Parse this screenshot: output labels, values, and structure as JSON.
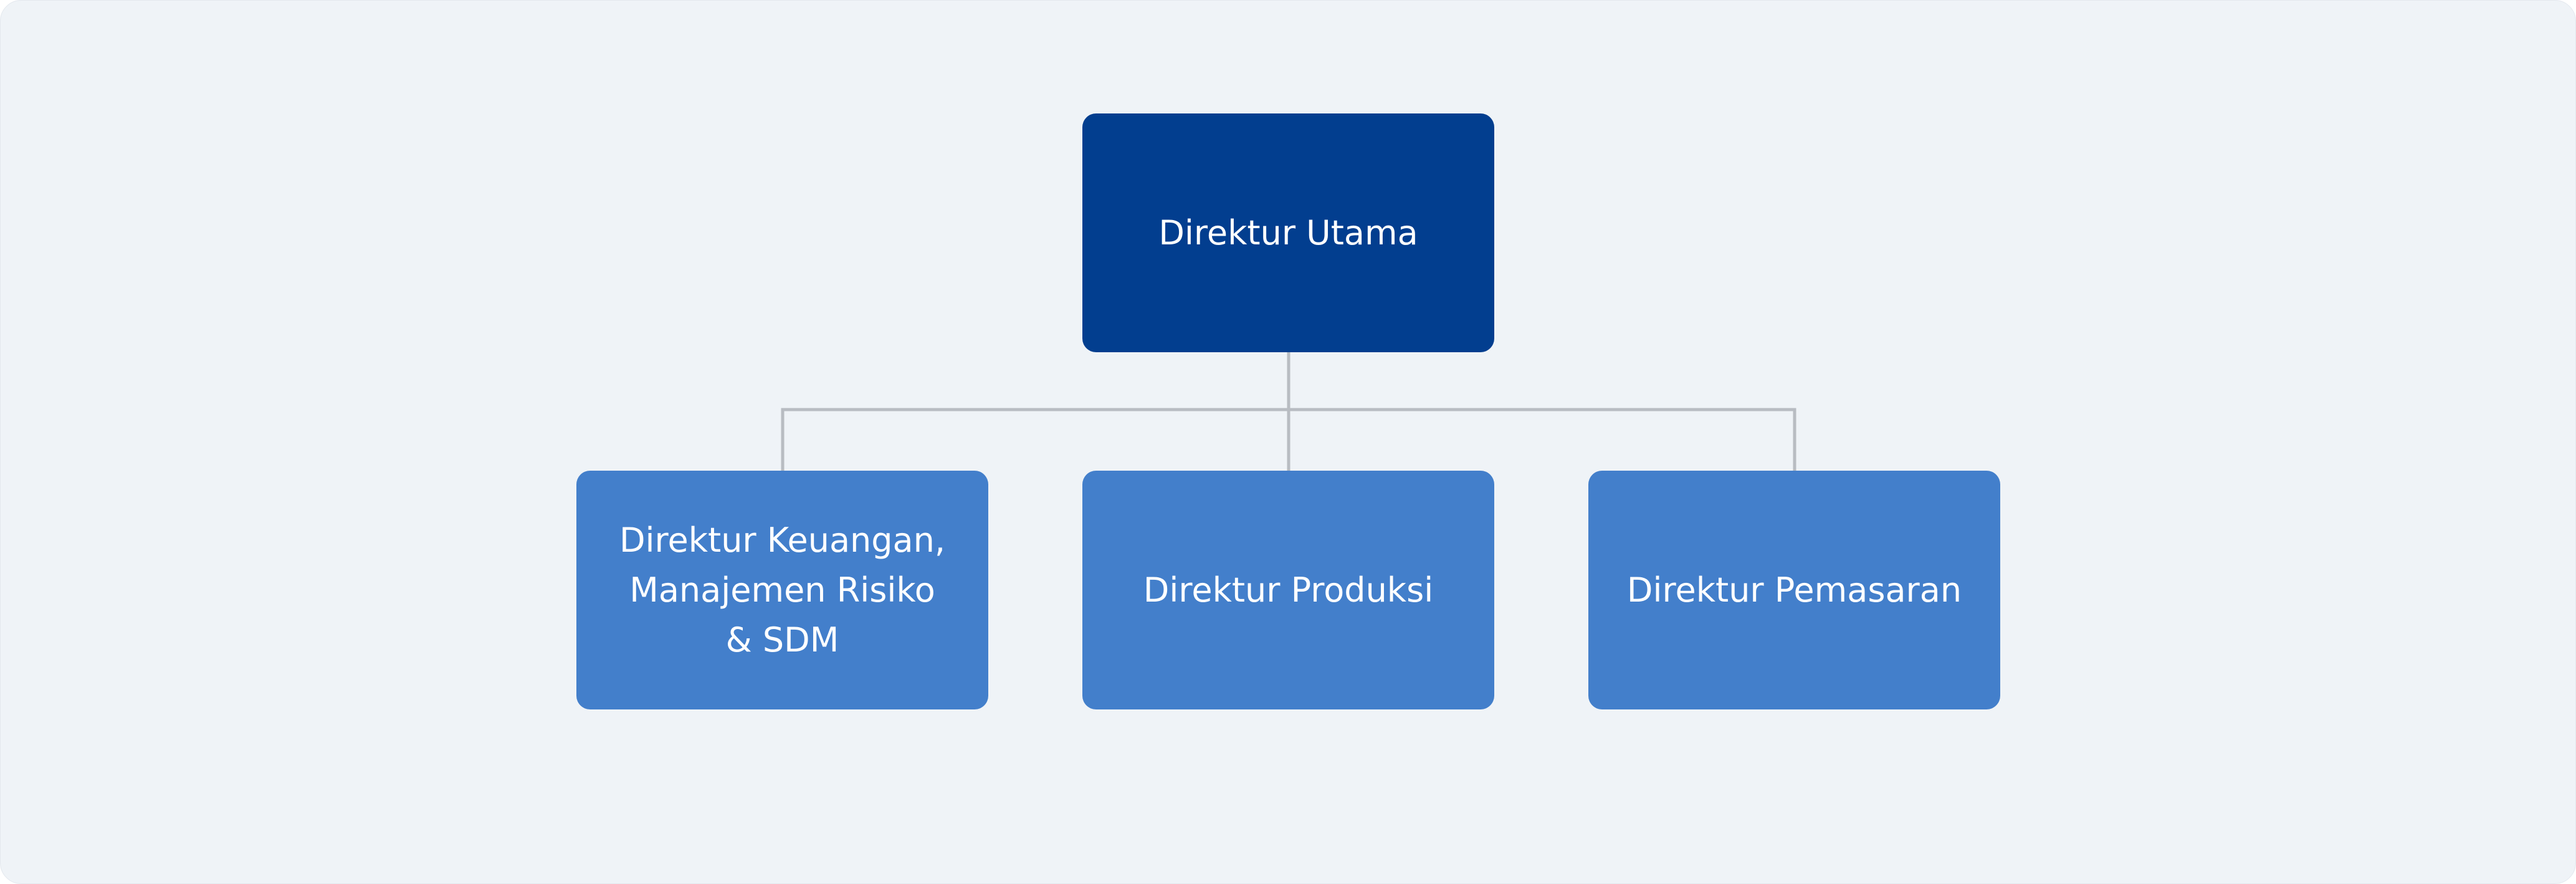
{
  "diagram": {
    "root": {
      "label": "Direktur Utama",
      "color": "#023e8f"
    },
    "children": [
      {
        "label": "Direktur Keuangan,\nManajemen Risiko\n& SDM",
        "color": "#437fcb"
      },
      {
        "label": "Direktur Produksi",
        "color": "#437fcb"
      },
      {
        "label": "Direktur Pemasaran",
        "color": "#437fcb"
      }
    ],
    "connector_color": "#b8bcc2",
    "background_color": "#eff3f7"
  }
}
